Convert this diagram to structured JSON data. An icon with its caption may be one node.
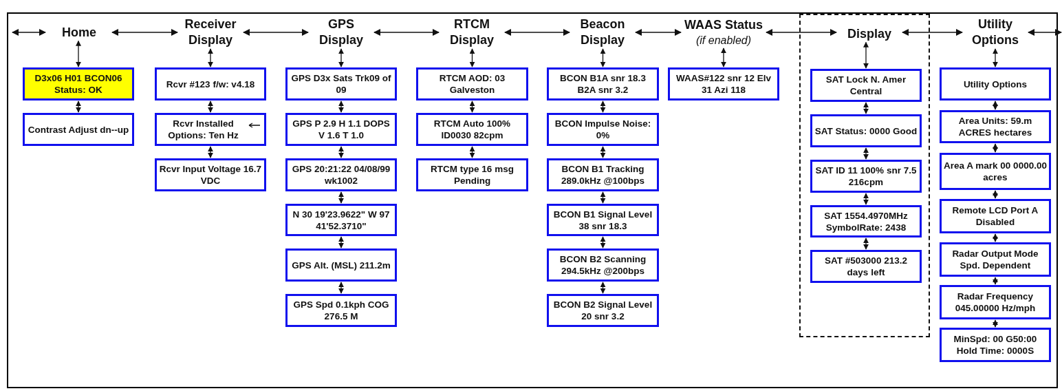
{
  "diagram": {
    "nodes": [
      {
        "text": [
          "Home"
        ]
      },
      {
        "text": [
          "D3x06 H01 BCON06 Status: OK"
        ]
      },
      {
        "text": [
          "Contrast Adjust dn--up"
        ]
      },
      {
        "text": [
          "Receiver Display"
        ]
      },
      {
        "text": [
          "Rcvr #123 f/w: v4.18"
        ]
      },
      {
        "text": [
          "Rcvr Installed Options: Ten Hz"
        ]
      },
      {
        "text": [
          "Rcvr Input Voltage 16.7 VDC"
        ]
      },
      {
        "text": [
          "GPS Display"
        ]
      },
      {
        "text": [
          "GPS D3x Sats Trk09 of 09"
        ]
      },
      {
        "text": [
          "GPS P 2.9 H 1.1 DOPS V 1.6 T 1.0"
        ]
      },
      {
        "text": [
          "GPS 20:21:22 04/08/99 wk1002"
        ]
      },
      {
        "text": [
          "N 30 19'23.9622\" W 97 41'52.3710\""
        ]
      },
      {
        "text": [
          "GPS Alt. (MSL) 211.2m"
        ]
      },
      {
        "text": [
          "GPS Spd 0.1kph COG 276.5 M"
        ]
      },
      {
        "text": [
          "RTCM Display"
        ]
      },
      {
        "text": [
          "RTCM AOD: 03 Galveston"
        ]
      },
      {
        "text": [
          "RTCM Auto 100% ID0030 82cpm"
        ]
      },
      {
        "text": [
          "RTCM type 16 msg Pending"
        ]
      },
      {
        "text": [
          "Beacon Display"
        ]
      },
      {
        "text": [
          "BCON B1A snr 18.3 B2A snr 3.2"
        ]
      },
      {
        "text": [
          "BCON Impulse Noise: 0%"
        ]
      },
      {
        "text": [
          "BCON B1 Tracking 289.0kHz @100bps"
        ]
      },
      {
        "text": [
          "BCON B1 Signal Level 38 snr 18.3"
        ]
      },
      {
        "text": [
          "BCON B2 Scanning 294.5kHz @200bps"
        ]
      },
      {
        "text": [
          "BCON B2 Signal Level 20 snr 3.2"
        ]
      },
      {
        "text": [
          "WAAS Status",
          "(if enabled)"
        ]
      },
      {
        "text": [
          "WAAS#122 snr 12 Elv 31 Azi 118"
        ]
      },
      {
        "text": [],
        "shape": "box"
      },
      {
        "text": [
          "Display"
        ],
        "in": 27
      },
      {
        "text": [
          "SAT Lock N. Amer Central"
        ],
        "in": 27
      },
      {
        "text": [
          "SAT Status: 0000 Good"
        ],
        "in": 27
      },
      {
        "text": [
          "SAT ID 11 100% snr 7.5 216cpm"
        ],
        "in": 27
      },
      {
        "text": [
          "SAT 1554.4970MHz SymbolRate: 2438"
        ],
        "in": 27
      },
      {
        "text": [
          "SAT #503000 213.2 days left"
        ],
        "in": 27
      },
      {
        "text": [
          "Utility Options"
        ]
      },
      {
        "text": [
          "Utility Options"
        ]
      },
      {
        "text": [
          "Area Units: 59.m ACRES hectares"
        ]
      },
      {
        "text": [
          "Area A mark 00 0000.00 acres"
        ]
      },
      {
        "text": [
          "Remote LCD Port A Disabled"
        ]
      },
      {
        "text": [
          "Radar Output Mode Spd. Dependent"
        ]
      },
      {
        "text": [
          "Radar Frequency 045.00000 Hz/mph"
        ]
      },
      {
        "text": [
          "MinSpd: 00 G50:00 Hold Time: 0000S"
        ]
      }
    ],
    "edges": [
      {
        "from": null,
        "to": 0,
        "arrow": "both"
      },
      {
        "from": 0,
        "to": 3,
        "arrow": "both"
      },
      {
        "from": 3,
        "to": 7,
        "arrow": "both"
      },
      {
        "from": 7,
        "to": 14,
        "arrow": "both"
      },
      {
        "from": 14,
        "to": 18,
        "arrow": "both"
      },
      {
        "from": 18,
        "to": 25,
        "arrow": "both"
      },
      {
        "from": 25,
        "to": 28,
        "arrow": "both"
      },
      {
        "from": 28,
        "to": 34,
        "arrow": "both"
      },
      {
        "from": 34,
        "to": null,
        "arrow": "both"
      },
      {
        "from": 0,
        "to": 1,
        "arrow": "both"
      },
      {
        "from": 1,
        "to": 2,
        "arrow": "both"
      },
      {
        "from": 3,
        "to": 4,
        "arrow": "both"
      },
      {
        "from": 4,
        "to": 5,
        "arrow": "both"
      },
      {
        "from": 5,
        "to": 6,
        "arrow": "both"
      },
      {
        "from": 7,
        "to": 8,
        "arrow": "both"
      },
      {
        "from": 8,
        "to": 9,
        "arrow": "both"
      },
      {
        "from": 9,
        "to": 10,
        "arrow": "both"
      },
      {
        "from": 10,
        "to": 11,
        "arrow": "both"
      },
      {
        "from": 11,
        "to": 12,
        "arrow": "both"
      },
      {
        "from": 12,
        "to": 13,
        "arrow": "both"
      },
      {
        "from": 14,
        "to": 15,
        "arrow": "both"
      },
      {
        "from": 15,
        "to": 16,
        "arrow": "both"
      },
      {
        "from": 16,
        "to": 17,
        "arrow": "both"
      },
      {
        "from": 18,
        "to": 19,
        "arrow": "both"
      },
      {
        "from": 19,
        "to": 20,
        "arrow": "both"
      },
      {
        "from": 20,
        "to": 21,
        "arrow": "both"
      },
      {
        "from": 21,
        "to": 22,
        "arrow": "both"
      },
      {
        "from": 22,
        "to": 23,
        "arrow": "both"
      },
      {
        "from": 23,
        "to": 24,
        "arrow": "both"
      },
      {
        "from": 25,
        "to": 26,
        "arrow": "both"
      },
      {
        "from": 28,
        "to": 29,
        "arrow": "both"
      },
      {
        "from": 29,
        "to": 30,
        "arrow": "both"
      },
      {
        "from": 30,
        "to": 31,
        "arrow": "both"
      },
      {
        "from": 31,
        "to": 32,
        "arrow": "both"
      },
      {
        "from": 32,
        "to": 33,
        "arrow": "both"
      },
      {
        "from": 34,
        "to": 35,
        "arrow": "both"
      },
      {
        "from": 35,
        "to": 36,
        "arrow": "both"
      },
      {
        "from": 36,
        "to": 37,
        "arrow": "both"
      },
      {
        "from": 37,
        "to": 38,
        "arrow": "both"
      },
      {
        "from": 38,
        "to": 39,
        "arrow": "both"
      },
      {
        "from": 39,
        "to": 40,
        "arrow": "both"
      },
      {
        "from": 40,
        "to": 41,
        "arrow": "both"
      }
    ]
  }
}
